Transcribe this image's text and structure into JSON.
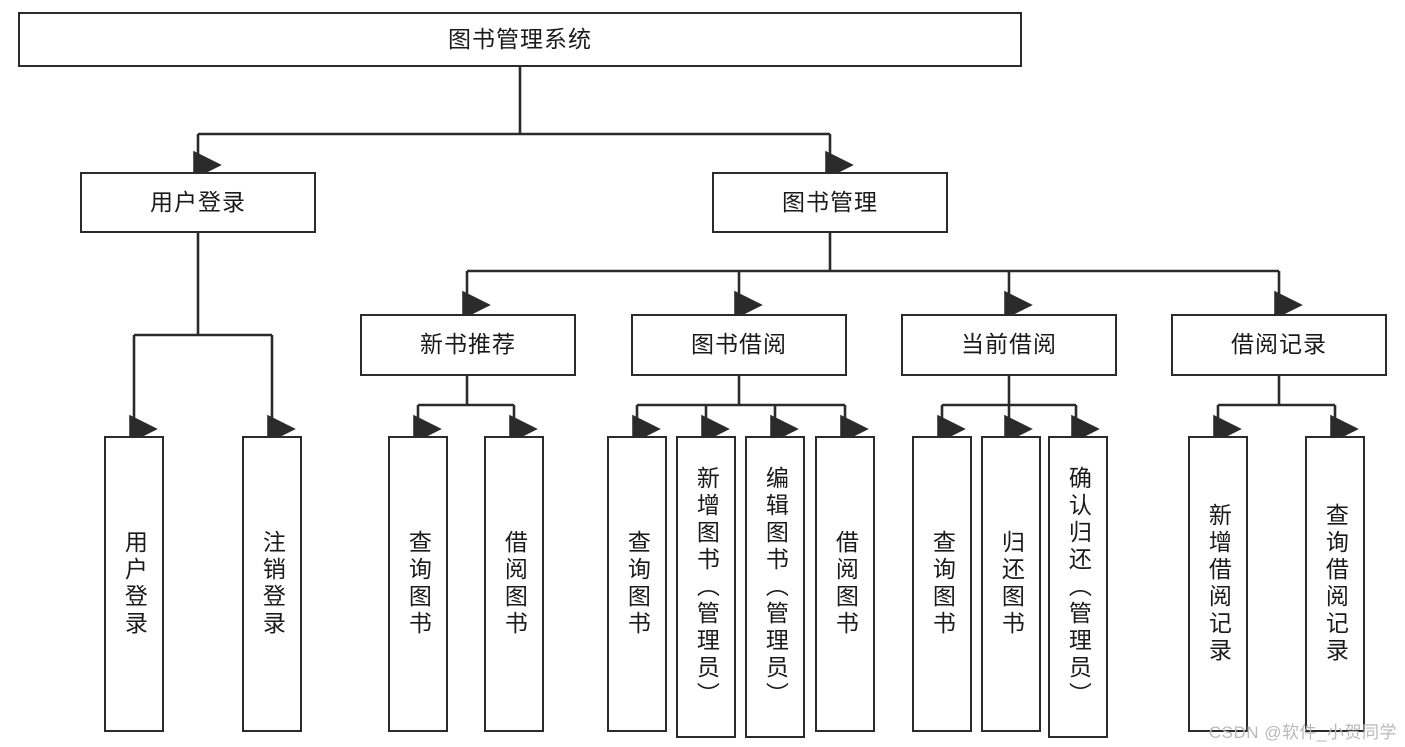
{
  "diagram": {
    "title": "图书管理系统",
    "type": "tree-hierarchy-diagram",
    "colors": {
      "background": "#ffffff",
      "box_border": "#2b2b2b",
      "box_fill": "#ffffff",
      "text": "#1a1a1a",
      "connector": "#2b2b2b",
      "watermark": "#b9b9b9"
    },
    "root": {
      "label": "图书管理系统"
    },
    "level2": [
      {
        "id": "user-login",
        "label": "用户登录"
      },
      {
        "id": "book-manage",
        "label": "图书管理"
      }
    ],
    "level3": [
      {
        "id": "new-book-recommend",
        "label": "新书推荐"
      },
      {
        "id": "book-borrow",
        "label": "图书借阅"
      },
      {
        "id": "current-borrow",
        "label": "当前借阅"
      },
      {
        "id": "borrow-record",
        "label": "借阅记录"
      }
    ],
    "leaves": [
      {
        "id": "leaf-user-login",
        "label": "用户登录",
        "parent": "user-login"
      },
      {
        "id": "leaf-logout-login",
        "label": "注销登录",
        "parent": "user-login"
      },
      {
        "id": "leaf-query-book-1",
        "label": "查询图书",
        "parent": "new-book-recommend"
      },
      {
        "id": "leaf-borrow-book-1",
        "label": "借阅图书",
        "parent": "new-book-recommend"
      },
      {
        "id": "leaf-query-book-2",
        "label": "查询图书",
        "parent": "book-borrow"
      },
      {
        "id": "leaf-add-book",
        "label": "新增图书（管理员）",
        "parent": "book-borrow"
      },
      {
        "id": "leaf-edit-book",
        "label": "编辑图书（管理员）",
        "parent": "book-borrow"
      },
      {
        "id": "leaf-borrow-book-2",
        "label": "借阅图书",
        "parent": "book-borrow"
      },
      {
        "id": "leaf-query-book-3",
        "label": "查询图书",
        "parent": "current-borrow"
      },
      {
        "id": "leaf-return-book",
        "label": "归还图书",
        "parent": "current-borrow"
      },
      {
        "id": "leaf-confirm-return",
        "label": "确认归还（管理员）",
        "parent": "current-borrow"
      },
      {
        "id": "leaf-add-record",
        "label": "新增借阅记录",
        "parent": "borrow-record"
      },
      {
        "id": "leaf-query-record",
        "label": "查询借阅记录",
        "parent": "borrow-record"
      }
    ]
  },
  "watermark": {
    "text": "CSDN @软件_小贺同学"
  }
}
